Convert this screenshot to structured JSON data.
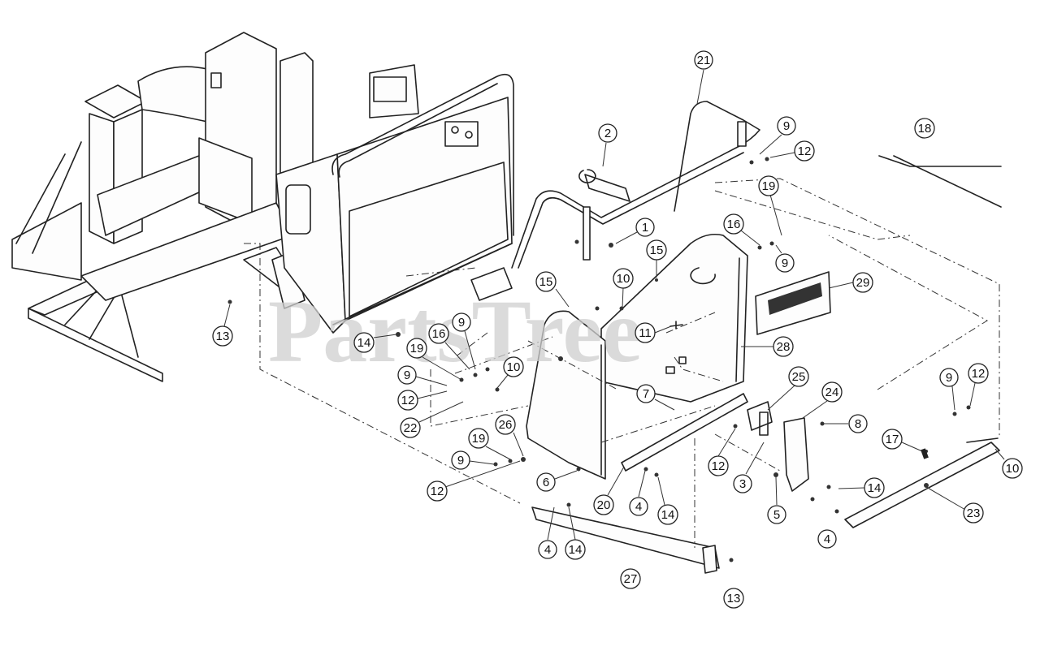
{
  "watermark": "PartsTree",
  "decal_text": "",
  "callouts": [
    {
      "id": "c21",
      "label": "21"
    },
    {
      "id": "c2",
      "label": "2"
    },
    {
      "id": "c9a",
      "label": "9"
    },
    {
      "id": "c12a",
      "label": "12"
    },
    {
      "id": "c18",
      "label": "18"
    },
    {
      "id": "c19a",
      "label": "19"
    },
    {
      "id": "c1",
      "label": "1"
    },
    {
      "id": "c16a",
      "label": "16"
    },
    {
      "id": "c9b",
      "label": "9"
    },
    {
      "id": "c15a",
      "label": "15"
    },
    {
      "id": "c29",
      "label": "29"
    },
    {
      "id": "c15b",
      "label": "15"
    },
    {
      "id": "c10a",
      "label": "10"
    },
    {
      "id": "c13a",
      "label": "13"
    },
    {
      "id": "c14a",
      "label": "14"
    },
    {
      "id": "c9c",
      "label": "9"
    },
    {
      "id": "c16b",
      "label": "16"
    },
    {
      "id": "c11",
      "label": "11"
    },
    {
      "id": "c28",
      "label": "28"
    },
    {
      "id": "c19b",
      "label": "19"
    },
    {
      "id": "c10b",
      "label": "10"
    },
    {
      "id": "c9d",
      "label": "9"
    },
    {
      "id": "c12b",
      "label": "12"
    },
    {
      "id": "c22",
      "label": "22"
    },
    {
      "id": "c7",
      "label": "7"
    },
    {
      "id": "c25",
      "label": "25"
    },
    {
      "id": "c24",
      "label": "24"
    },
    {
      "id": "c8",
      "label": "8"
    },
    {
      "id": "c9e",
      "label": "9"
    },
    {
      "id": "c12c",
      "label": "12"
    },
    {
      "id": "c26",
      "label": "26"
    },
    {
      "id": "c19c",
      "label": "19"
    },
    {
      "id": "c9f",
      "label": "9"
    },
    {
      "id": "c17",
      "label": "17"
    },
    {
      "id": "c12d",
      "label": "12"
    },
    {
      "id": "c12e",
      "label": "12"
    },
    {
      "id": "c6",
      "label": "6"
    },
    {
      "id": "c3",
      "label": "3"
    },
    {
      "id": "c10c",
      "label": "10"
    },
    {
      "id": "c20",
      "label": "20"
    },
    {
      "id": "c4a",
      "label": "4"
    },
    {
      "id": "c14b",
      "label": "14"
    },
    {
      "id": "c5",
      "label": "5"
    },
    {
      "id": "c14c",
      "label": "14"
    },
    {
      "id": "c23",
      "label": "23"
    },
    {
      "id": "c4b",
      "label": "4"
    },
    {
      "id": "c14d",
      "label": "14"
    },
    {
      "id": "c4c",
      "label": "4"
    },
    {
      "id": "c27",
      "label": "27"
    },
    {
      "id": "c13b",
      "label": "13"
    }
  ]
}
